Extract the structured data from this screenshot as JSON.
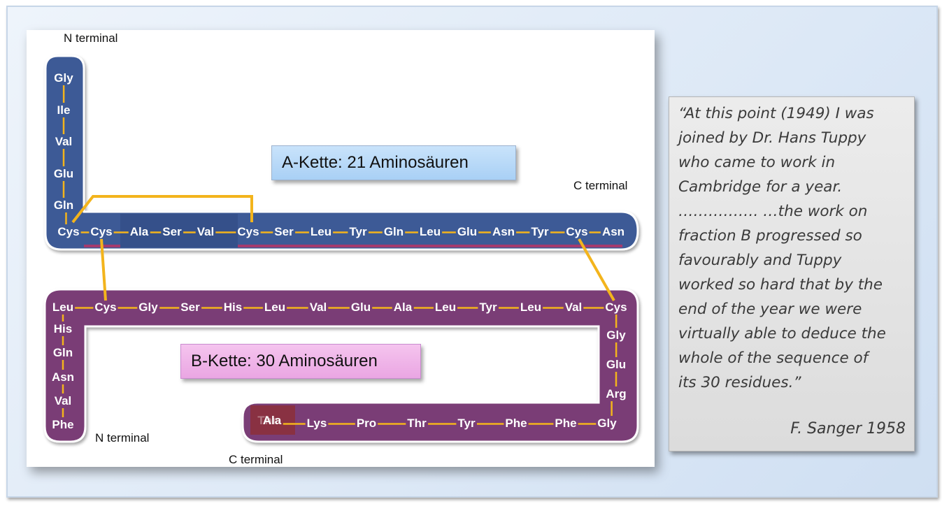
{
  "diagram": {
    "chain_a": {
      "label": "A-Kette:  21 Aminosäuren",
      "n_terminal_label": "N terminal",
      "c_terminal_label": "C terminal",
      "residues": [
        "Gly",
        "Ile",
        "Val",
        "Glu",
        "Gln",
        "Cys",
        "Cys",
        "Ala",
        "Ser",
        "Val",
        "Cys",
        "Ser",
        "Leu",
        "Tyr",
        "Gln",
        "Leu",
        "Glu",
        "Asn",
        "Tyr",
        "Cys",
        "Asn"
      ]
    },
    "chain_b": {
      "label": "B-Kette:  30 Aminosäuren",
      "n_terminal_label": "N terminal",
      "c_terminal_label": "C terminal",
      "residues": [
        "Phe",
        "Val",
        "Asn",
        "Gln",
        "His",
        "Leu",
        "Cys",
        "Gly",
        "Ser",
        "His",
        "Leu",
        "Val",
        "Glu",
        "Ala",
        "Leu",
        "Tyr",
        "Leu",
        "Val",
        "Cys",
        "Gly",
        "Glu",
        "Arg",
        "Gly",
        "Phe",
        "Phe",
        "Tyr",
        "Thr",
        "Pro",
        "Lys",
        "Ala"
      ],
      "overlay_residue": "Thr"
    },
    "colors": {
      "chain_a": "#3d5a96",
      "chain_b": "#7a3c76",
      "bond": "#f3b41c",
      "residue_text": "#ffffff"
    }
  },
  "quote": {
    "text": "“At this point (1949) I was\njoined by Dr. Hans Tuppy\nwho came to work in\nCambridge for a year.\n……………. …the work on\nfraction B progressed so\nfavourably and Tuppy\nworked so hard that by the\nend of the year we were\nvirtually able to deduce the\nwhole of the sequence of\nits 30 residues.”",
    "author": "F. Sanger 1958"
  }
}
